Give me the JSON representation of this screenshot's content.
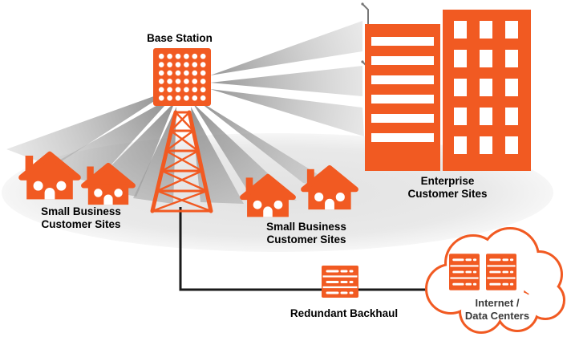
{
  "diagram": {
    "type": "network-topology",
    "base_station": {
      "label": "Base Station"
    },
    "sites": {
      "small_business_left": {
        "line1": "Small Business",
        "line2": "Customer Sites"
      },
      "small_business_mid": {
        "line1": "Small Business",
        "line2": "Customer Sites"
      },
      "enterprise": {
        "line1": "Enterprise",
        "line2": "Customer Sites"
      }
    },
    "backhaul": {
      "label": "Redundant Backhaul"
    },
    "cloud": {
      "line1": "Internet /",
      "line2": "Data Centers"
    }
  },
  "icons": {
    "antenna_panel": "antenna-panel-icon",
    "radio_tower": "radio-tower-icon",
    "radio_beam": "radio-beam",
    "house": "house-icon",
    "office_building": "office-building-icon",
    "rooftop_antenna": "rooftop-antenna-icon",
    "network_switch": "network-switch-icon",
    "server_rack": "server-rack-icon",
    "cloud": "cloud-icon"
  },
  "colors": {
    "brand_orange": "#F15A22",
    "coverage_gray": "#E9E9E9",
    "beam_gray": "#9A9A9A",
    "connector_dark": "#1A1A1A",
    "label_black": "#000000",
    "cloud_text_gray": "#3A3A3A",
    "background": "#FFFFFF"
  }
}
